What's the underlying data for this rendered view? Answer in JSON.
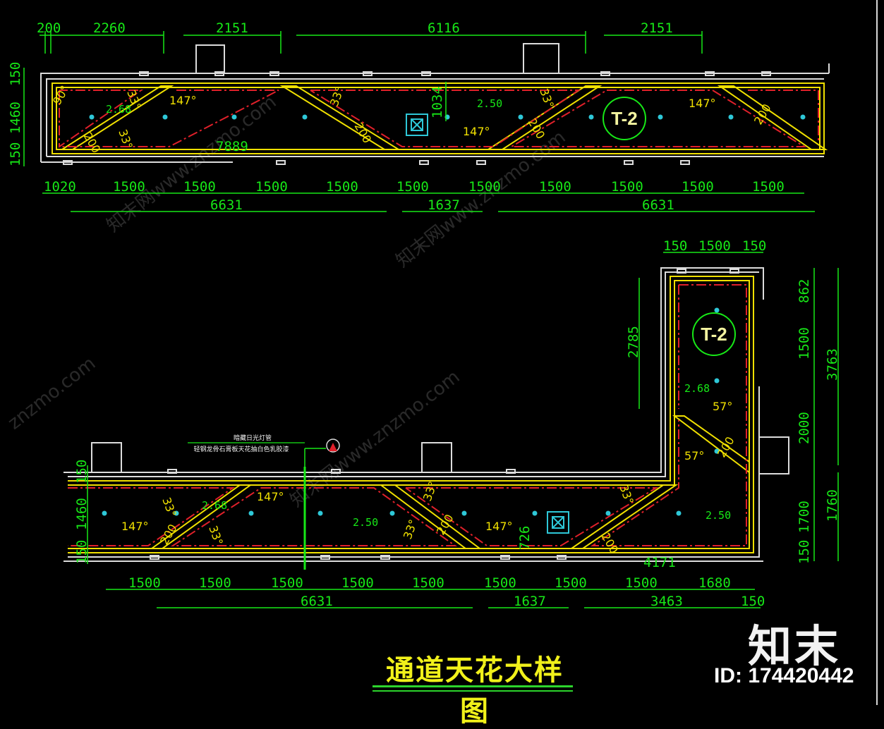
{
  "title": "通道天花大样图",
  "brand": "知末",
  "image_id": "ID: 174420442",
  "watermarks": [
    "知末网www.znzmo.com",
    "知末网www.znzmo.com",
    "znzmo.com",
    "知末网www.znzmo.com"
  ],
  "tags": [
    "T-2",
    "T-2"
  ],
  "notes": [
    "暗藏日光灯管",
    "轻钢龙骨石膏板天花抽白色乳胶漆"
  ],
  "top_plan": {
    "top_dims": [
      "200",
      "2260",
      "2151",
      "6116",
      "2151"
    ],
    "left_dims": [
      "150",
      "1460",
      "150"
    ],
    "bottom_dims": [
      "1020",
      "1500",
      "1500",
      "1500",
      "1500",
      "1500",
      "1500",
      "1500",
      "1500",
      "1500",
      "1500"
    ],
    "bottom_totals": [
      "6631",
      "1637",
      "6631"
    ],
    "inner_dims": [
      "7889",
      "1034"
    ],
    "angles": [
      "90°",
      "147°",
      "33°",
      "33°",
      "33°",
      "147°",
      "33°",
      "147°"
    ],
    "widths": [
      "200",
      "200",
      "200",
      "200"
    ],
    "levels": [
      "2.68",
      "2.50"
    ]
  },
  "bottom_plan": {
    "right_top_dims": [
      "150",
      "1500",
      "150"
    ],
    "right_dims": [
      "862",
      "1500",
      "2000",
      "1700",
      "150"
    ],
    "right_totals": [
      "3763",
      "1760"
    ],
    "left_vertical": "2785",
    "left_dims": [
      "150",
      "1460",
      "150"
    ],
    "bottom_dims": [
      "1500",
      "1500",
      "1500",
      "1500",
      "1500",
      "1500",
      "1500",
      "1500",
      "1680"
    ],
    "bottom_totals": [
      "6631",
      "1637",
      "3463",
      "150"
    ],
    "inner_dims": [
      "726",
      "4171"
    ],
    "angles": [
      "147°",
      "33°",
      "147°",
      "33°",
      "33°",
      "147°",
      "33°",
      "33°",
      "57°",
      "57°"
    ],
    "widths": [
      "200",
      "200",
      "200",
      "200"
    ],
    "levels": [
      "2.68",
      "2.50",
      "2.68",
      "2.50"
    ]
  },
  "colors": {
    "background": "#000000",
    "dim": "#17e817",
    "ceiling": "#f0e000",
    "hidden": "#e0202a",
    "wall": "#dcdcdc",
    "light": "#2ec8d8"
  }
}
